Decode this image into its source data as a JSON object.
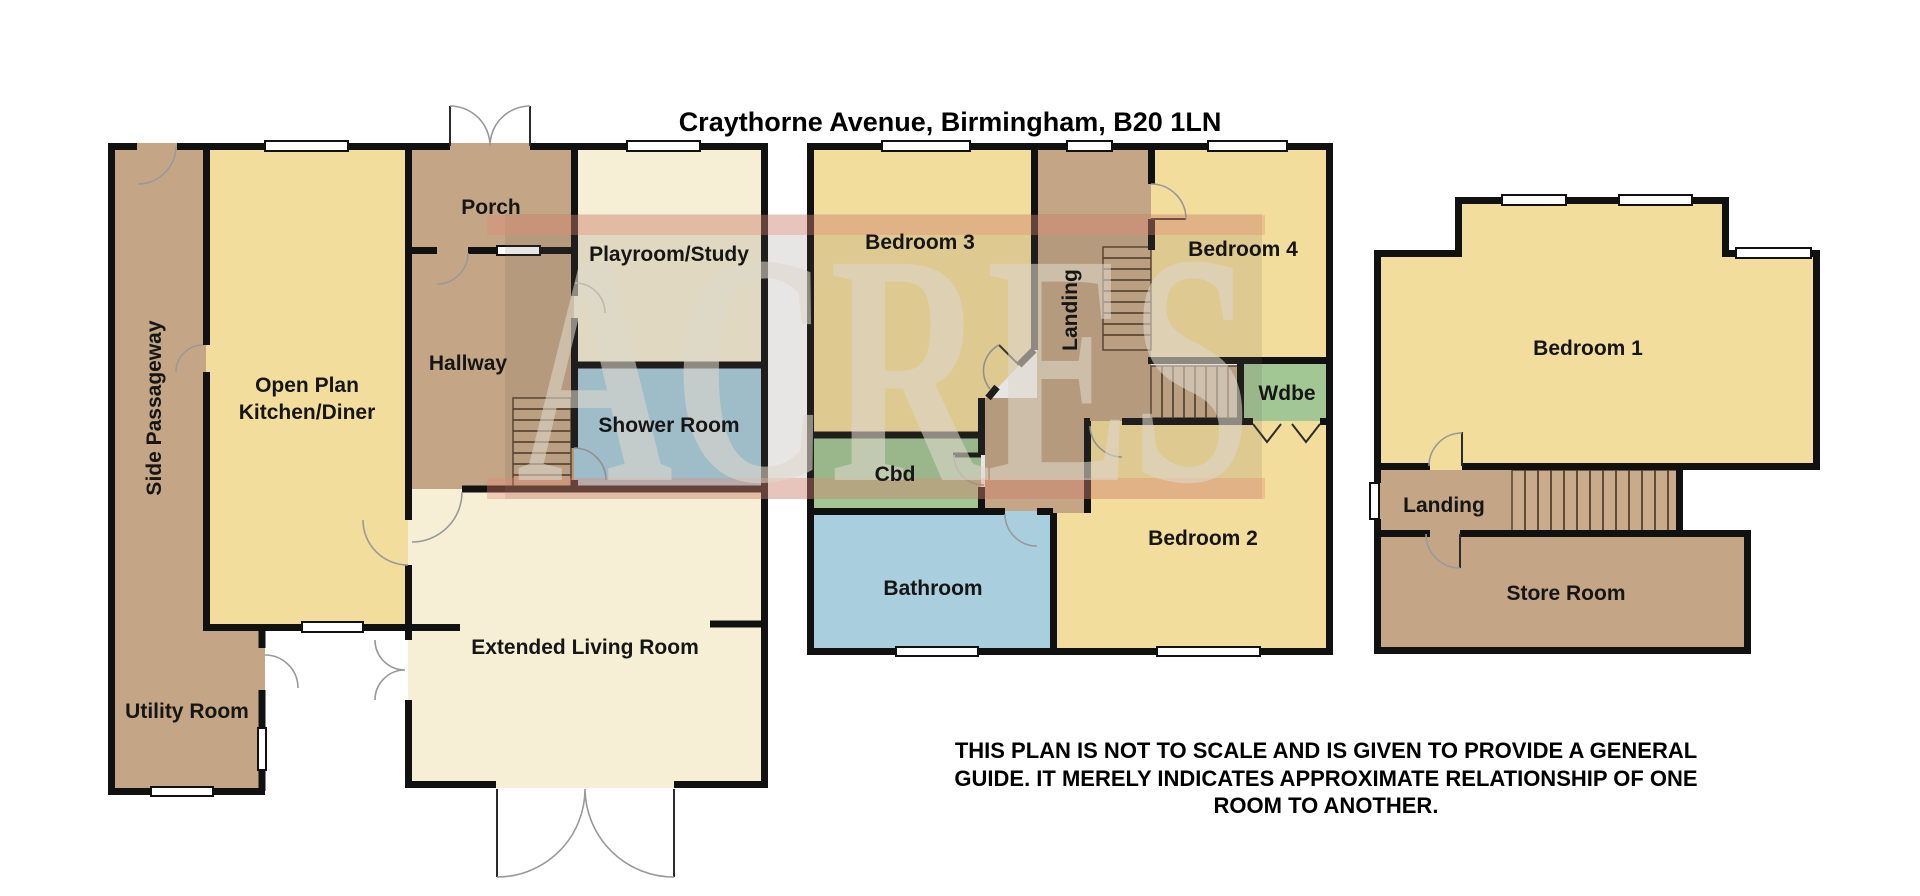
{
  "title": "Craythorne Avenue, Birmingham, B20 1LN",
  "watermark": "ACRES",
  "floors": {
    "ground": {
      "side_passageway": "Side Passageway",
      "kitchen_line1": "Open Plan",
      "kitchen_line2": "Kitchen/Diner",
      "porch": "Porch",
      "hallway": "Hallway",
      "playroom": "Playroom/Study",
      "shower_room": "Shower Room",
      "living_room": "Extended Living Room",
      "utility_room": "Utility Room"
    },
    "first": {
      "bedroom3": "Bedroom 3",
      "landing": "Landing",
      "bedroom4": "Bedroom 4",
      "wdbe": "Wdbe",
      "cbd": "Cbd",
      "bathroom": "Bathroom",
      "bedroom2": "Bedroom 2"
    },
    "second": {
      "bedroom1": "Bedroom 1",
      "landing": "Landing",
      "store_room": "Store Room"
    }
  },
  "disclaimer": {
    "line1": "THIS PLAN IS NOT TO SCALE AND IS GIVEN TO PROVIDE A GENERAL",
    "line2": "GUIDE. IT MERELY INDICATES APPROXIMATE RELATIONSHIP OF ONE",
    "line3": "ROOM TO ANOTHER."
  },
  "colors": {
    "wall": "#111111",
    "brown": "#c4a585",
    "yellow": "#f3dd9d",
    "cream": "#f6efd6",
    "blue": "#a9cede",
    "green": "#a2c795",
    "stair": "#c9ab8b",
    "stairLine": "#55412c",
    "arc": "#999999",
    "bandPink": "#e98872",
    "wmBox": "#6e6456",
    "letter": "#ded8cc"
  }
}
